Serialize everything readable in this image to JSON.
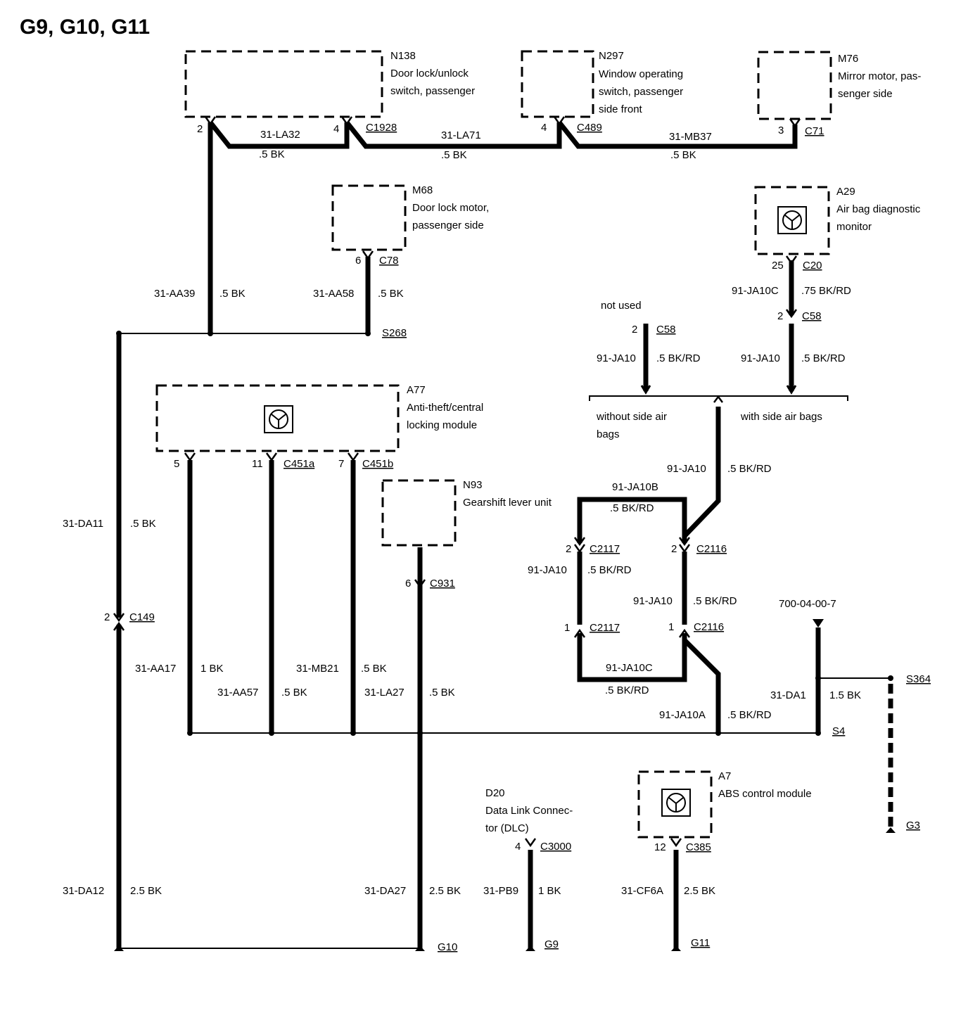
{
  "title": "G9, G10, G11",
  "components": {
    "N138": {
      "id": "N138",
      "l1": "Door lock/unlock",
      "l2": "switch, passenger"
    },
    "N297": {
      "id": "N297",
      "l1": "Window operating",
      "l2": "switch, passenger",
      "l3": "side front"
    },
    "M76": {
      "id": "M76",
      "l1": "Mirror motor, pas-",
      "l2": "senger side"
    },
    "M68": {
      "id": "M68",
      "l1": "Door lock motor,",
      "l2": "passenger side"
    },
    "A29": {
      "id": "A29",
      "l1": "Air bag diagnostic",
      "l2": "monitor"
    },
    "A77": {
      "id": "A77",
      "l1": "Anti-theft/central",
      "l2": "locking module"
    },
    "N93": {
      "id": "N93",
      "l1": "Gearshift lever unit"
    },
    "D20": {
      "id": "D20",
      "l1": "Data Link Connec-",
      "l2": "tor (DLC)"
    },
    "A7": {
      "id": "A7",
      "l1": "ABS control module"
    }
  },
  "pins": {
    "p2a": "2",
    "p4a": "4",
    "p4b": "4",
    "p3": "3",
    "p6a": "6",
    "p25": "25",
    "p2b": "2",
    "p2c": "2",
    "p5": "5",
    "p11": "11",
    "p7": "7",
    "p6b": "6",
    "p2d": "2",
    "p2e": "2",
    "p2f": "2",
    "p1a": "1",
    "p1b": "1",
    "p4c": "4",
    "p12": "12"
  },
  "connectors": {
    "C1928": "C1928",
    "C489": "C489",
    "C71": "C71",
    "C78": "C78",
    "C20": "C20",
    "C58a": "C58",
    "C58b": "C58",
    "C451a": "C451a",
    "C451b": "C451b",
    "C931": "C931",
    "C2117a": "C2117",
    "C2116a": "C2116",
    "C2117b": "C2117",
    "C2116b": "C2116",
    "C149": "C149",
    "C3000": "C3000",
    "C385": "C385"
  },
  "splices": {
    "S268": "S268",
    "S4": "S4",
    "S364": "S364"
  },
  "grounds": {
    "G9": "G9",
    "G10": "G10",
    "G11": "G11",
    "G3": "G3"
  },
  "wires": {
    "la32": "31-LA32",
    "la71": "31-LA71",
    "mb37": "31-MB37",
    "aa39": "31-AA39",
    "aa58": "31-AA58",
    "ja10c": "91-JA10C",
    "ja10a1": "91-JA10",
    "ja10a2": "91-JA10",
    "ja10m": "91-JA10",
    "ja10b": "91-JA10B",
    "ja10l": "91-JA10",
    "ja10r": "91-JA10",
    "ja10cc": "91-JA10C",
    "ja10aa": "91-JA10A",
    "da11": "31-DA11",
    "aa17": "31-AA17",
    "aa57": "31-AA57",
    "mb21": "31-MB21",
    "la27": "31-LA27",
    "da1": "31-DA1",
    "da12": "31-DA12",
    "da27": "31-DA27",
    "pb9": "31-PB9",
    "cf6a": "31-CF6A"
  },
  "sizes": {
    "s1": ".5 BK",
    "s2": ".5 BK",
    "s3": ".5 BK",
    "s4": ".5 BK",
    "s5": ".5 BK",
    "s6": ".75 BK/RD",
    "s7": ".5 BK/RD",
    "s8": ".5 BK/RD",
    "s9": ".5 BK/RD",
    "s10": ".5 BK/RD",
    "s11": ".5 BK/RD",
    "s12": ".5 BK/RD",
    "s13": ".5 BK/RD",
    "s14": ".5 BK/RD",
    "s15": ".5 BK",
    "s16": "1 BK",
    "s17": ".5 BK",
    "s18": ".5 BK",
    "s19": ".5 BK",
    "s20": "1.5 BK",
    "s21": "2.5 BK",
    "s22": "2.5 BK",
    "s23": "1 BK",
    "s24": "2.5 BK"
  },
  "notes": {
    "not_used": "not used",
    "without1": "without side air",
    "without2": "bags",
    "with": "with side air bags",
    "ref": "700-04-00-7"
  }
}
